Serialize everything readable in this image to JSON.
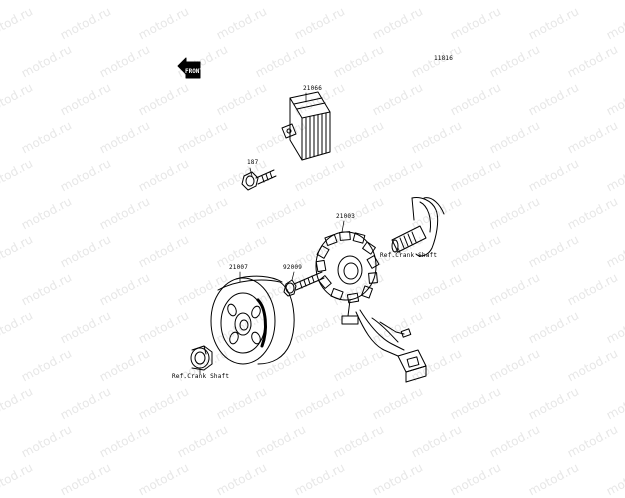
{
  "diagram": {
    "figure_code": "11816",
    "front_marker": "FRONT",
    "watermark_text": "motod.ru",
    "parts": [
      {
        "id": "regulator",
        "number": "21066"
      },
      {
        "id": "regulator-bolt",
        "number": "187"
      },
      {
        "id": "stator",
        "number": "21003"
      },
      {
        "id": "stator-bolt",
        "number": "92009"
      },
      {
        "id": "rotor",
        "number": "21007"
      }
    ],
    "references": [
      {
        "id": "ref-crank-upper",
        "text": "Ref.Crank Shaft"
      },
      {
        "id": "ref-crank-lower",
        "text": "Ref.Crank Shaft"
      }
    ]
  }
}
